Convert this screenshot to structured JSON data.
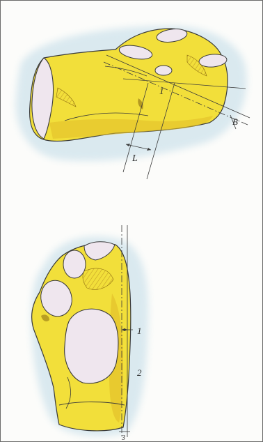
{
  "figure": {
    "top_drawing": {
      "labels": {
        "inner": "1",
        "length": "L",
        "side": "B"
      }
    },
    "bottom_drawing": {
      "labels": {
        "zone_1": "1",
        "zone_2": "2",
        "bottom": "3"
      }
    },
    "colors": {
      "bone_fill": "#f2df3a",
      "bone_shadow": "#e2bf2a",
      "facet_fill": "#efe6ee",
      "halo_fill": "#cfe3ec",
      "ink": "#3a3a3a"
    }
  }
}
